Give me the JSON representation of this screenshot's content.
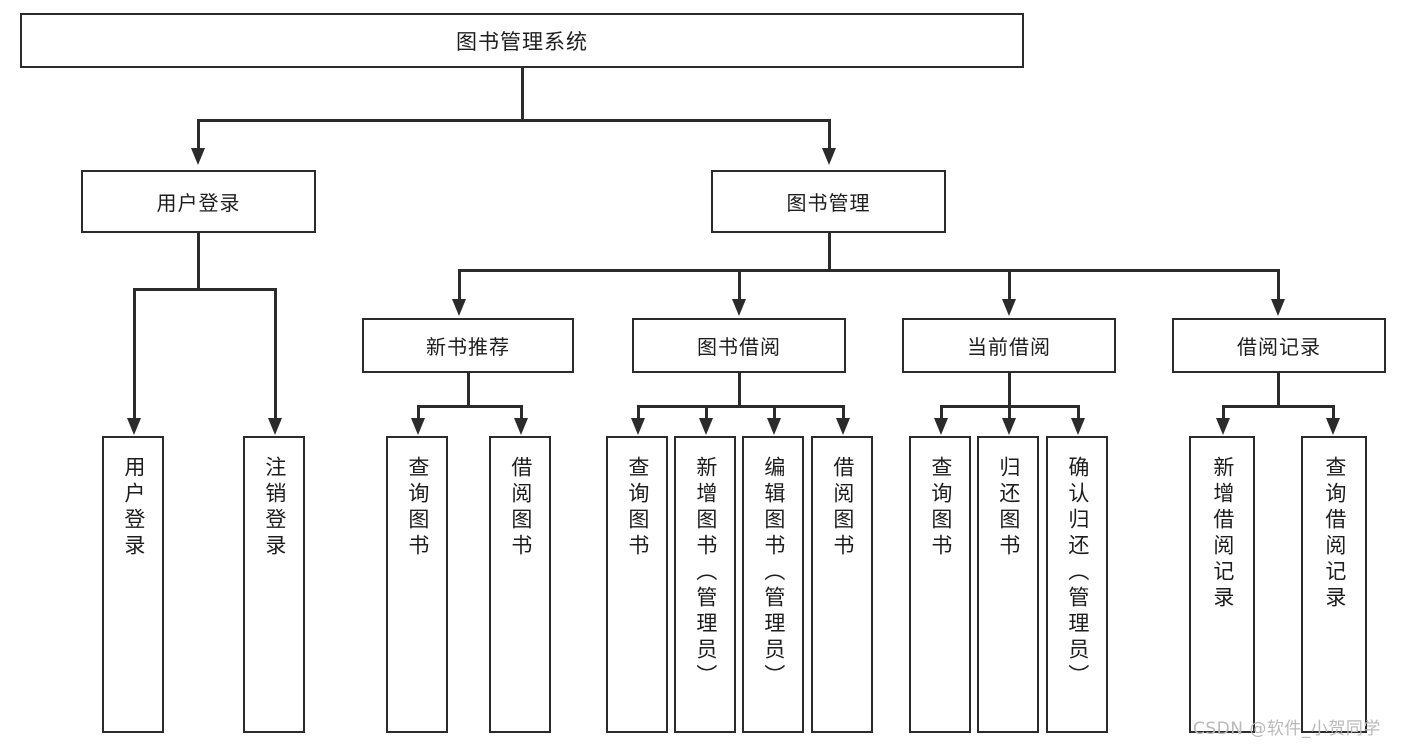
{
  "diagram": {
    "type": "tree",
    "title": "图书管理系统",
    "watermark": "CSDN @软件_小贺同学",
    "colors": {
      "background": "#ffffff",
      "border": "#2b2b2b",
      "text": "#1d1d1d",
      "connector": "#2b2b2b",
      "watermark": "#b9b9b9"
    },
    "levels": {
      "root": {
        "label": "图书管理系统"
      },
      "level2": [
        {
          "label": "用户登录"
        },
        {
          "label": "图书管理"
        }
      ],
      "level3": [
        {
          "label": "新书推荐"
        },
        {
          "label": "图书借阅"
        },
        {
          "label": "当前借阅"
        },
        {
          "label": "借阅记录"
        }
      ],
      "level4": {
        "user_login": [
          {
            "label": "用户登录"
          },
          {
            "label": "注销登录"
          }
        ],
        "new_book_recommend": [
          {
            "label": "查询图书"
          },
          {
            "label": "借阅图书"
          }
        ],
        "book_borrow": [
          {
            "label": "查询图书"
          },
          {
            "label": "新增图书（管理员）"
          },
          {
            "label": "编辑图书（管理员）"
          },
          {
            "label": "借阅图书"
          }
        ],
        "current_borrow": [
          {
            "label": "查询图书"
          },
          {
            "label": "归还图书"
          },
          {
            "label": "确认归还（管理员）"
          }
        ],
        "borrow_record": [
          {
            "label": "新增借阅记录"
          },
          {
            "label": "查询借阅记录"
          }
        ]
      }
    }
  }
}
